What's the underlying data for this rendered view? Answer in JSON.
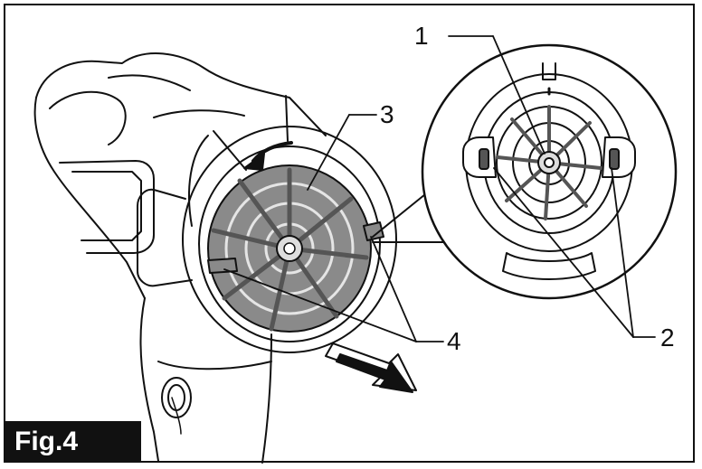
{
  "figure": {
    "label": "Fig.4"
  },
  "callouts": [
    {
      "id": "1",
      "text": "1"
    },
    {
      "id": "2",
      "text": "2"
    },
    {
      "id": "3",
      "text": "3"
    },
    {
      "id": "4",
      "text": "4"
    }
  ],
  "colors": {
    "line": "#111111",
    "filter_fill": "#8a8a8a",
    "filter_dark": "#555555",
    "background": "#ffffff"
  }
}
